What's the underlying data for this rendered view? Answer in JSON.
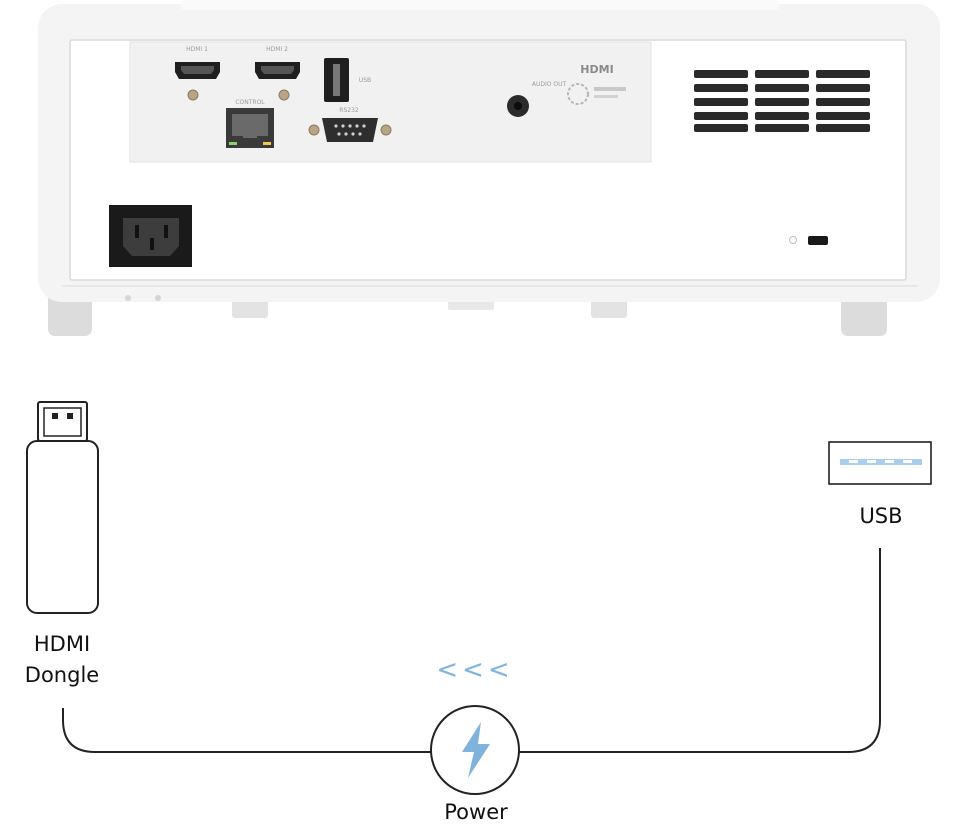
{
  "labels": {
    "hdmi_dongle_line1": "HDMI",
    "hdmi_dongle_line2": "Dongle",
    "usb": "USB",
    "power": "Power"
  },
  "projector": {
    "ports": {
      "hdmi1": "HDMI 1",
      "hdmi2": "HDMI 2",
      "usb": "USB",
      "control": "CONTROL",
      "rs232": "RS232",
      "audio_out": "AUDIO OUT",
      "hdmi_logo": "HDMI"
    }
  },
  "direction_indicator": "<<<",
  "icons": {
    "power": "lightning-bolt-icon",
    "usb": "usb-port-icon",
    "hdmi_dongle": "hdmi-dongle-icon"
  },
  "colors": {
    "accent": "#7fb3dc",
    "line": "#222222",
    "body": "#f4f4f4"
  }
}
